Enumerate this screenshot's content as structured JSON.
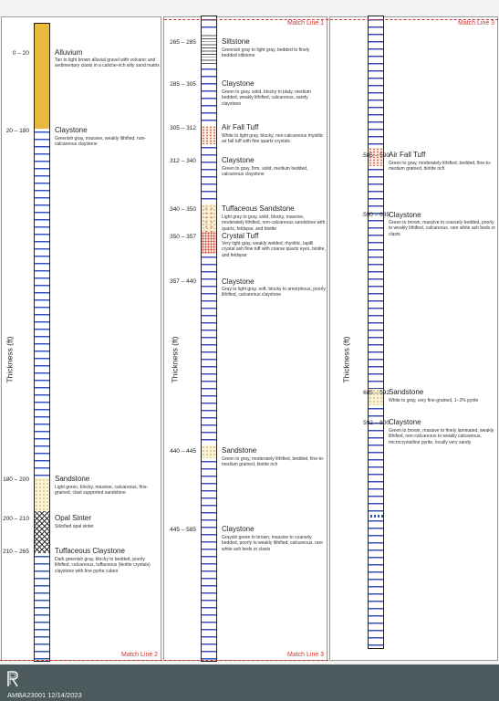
{
  "axis_title": "Thickness (ft)",
  "match_lines": {
    "line1": "Match Line 1",
    "line2": "Match Line 2",
    "line3": "Match Line 3"
  },
  "panel1": {
    "units": [
      {
        "id": "alluvium",
        "range": "0 – 20",
        "name": "Alluvium",
        "desc": "Tan to light brown alluvial gravel with volcanic and sedimentary clasts in a caliche-rich silty sand matrix"
      },
      {
        "id": "claystone1",
        "range": "20 – 180",
        "name": "Claystone",
        "desc": "Greenish gray, massive, weakly lithified, non-calcareous claystone"
      },
      {
        "id": "sandstone1",
        "range": "180 – 200",
        "name": "Sandstone",
        "desc": "Light green, blocky, massive, calcareous, fine-grained, clast supported sandstone"
      },
      {
        "id": "sinter",
        "range": "200 – 210",
        "name": "Opal Sinter",
        "desc": "Silicified opal sinter"
      },
      {
        "id": "tuffclay",
        "range": "210 – 265",
        "name": "Tuffaceous Claystone",
        "desc": "Dark greenish gray, blocky to bedded, poorly lithified, calcareous, tuffaceous (biotite crystals) claystone with fine pyrite cubes"
      }
    ]
  },
  "panel2": {
    "units": [
      {
        "id": "siltstone",
        "range": "265 – 285",
        "name": "Siltstone",
        "desc": "Greenish gray to light gray, bedded to finely bedded siltstone"
      },
      {
        "id": "claystone2",
        "range": "285 – 305",
        "name": "Claystone",
        "desc": "Green to gray, solid, blocky to platy, medium bedded, weakly lithified, calcareous, sandy claystone"
      },
      {
        "id": "tuff1",
        "range": "305 – 312",
        "name": "Air Fall Tuff",
        "desc": "White to light gray, blocky, non-calcareous rhyolitic air fall tuff with fine quartz crystals"
      },
      {
        "id": "claystone3",
        "range": "312 – 340",
        "name": "Claystone",
        "desc": "Green to gray, firm, solid, medium bedded, calcareous claystone"
      },
      {
        "id": "tuffsand",
        "range": "340 – 350",
        "name": "Tuffaceous Sandstone",
        "desc": "Light gray to gray, solid, blocky, massive, moderately lithified, non-calcareous sandstone with quartz, feldspar, and biotite"
      },
      {
        "id": "crystal",
        "range": "350 – 357",
        "name": "Crystal Tuff",
        "desc": "Very light gray, weakly welded, rhyolitic, lapilli crystal ash flow tuff with coarse quartz eyes, biotite, and feldspar"
      },
      {
        "id": "claystone4",
        "range": "357 – 440",
        "name": "Claystone",
        "desc": "Gray to light gray, soft, blocky to amorphous, poorly lithified, calcareous claystone"
      },
      {
        "id": "sandstone2",
        "range": "440 – 445",
        "name": "Sandstone",
        "desc": "Green to gray, moderately lithified, bedded, fine-to-medium grained, biotite rich"
      },
      {
        "id": "claystone5",
        "range": "445 – 585",
        "name": "Claystone",
        "desc": "Grayish green to brown, massive to coarsely bedded, poorly to weakly lithified, calcareous, rare white ash beds or clasts"
      }
    ]
  },
  "panel3": {
    "units": [
      {
        "id": "tuff2",
        "range": "585 – 590",
        "name": "Air Fall Tuff",
        "desc": "Green to gray, moderately lithified, bedded, fine-to-medium grained, biotite rich"
      },
      {
        "id": "claystone6",
        "range": "590 – 685",
        "name": "Claystone",
        "desc": "Green to brown, massive to coarsely bedded, poorly to weakly lithified, calcareous, rare white ash beds or clasts"
      },
      {
        "id": "sandstone3",
        "range": "685 – 592",
        "name": "Sandstone",
        "desc": "White to gray, very fine-grained, 1–2% pyrite"
      },
      {
        "id": "claystone7",
        "range": "592 – 800",
        "name": "Claystone",
        "desc": "Green to brown, massive to finely laminated, weakly lithified, non-calcareous to weakly calcareous, microcrystalline pyrite, locally very sandy"
      }
    ]
  },
  "footer": {
    "id_date": "AMBA23001 12/14/2023",
    "logo_icon": "r-monogram-logo"
  }
}
